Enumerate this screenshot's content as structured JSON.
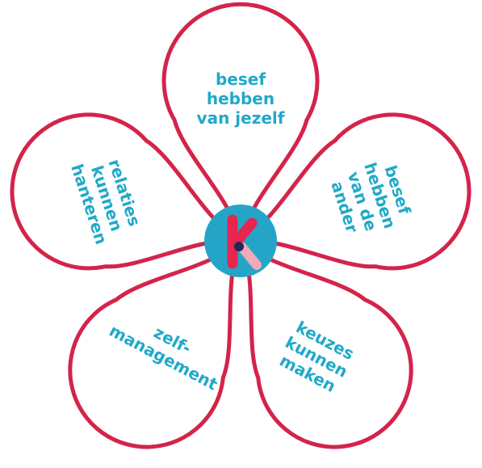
{
  "colors": {
    "petal_outline": "#d3244a",
    "label_text": "#20a9c9",
    "center_fill": "#24a5c8",
    "logo_letter": "#e6264f",
    "logo_dot": "#1f2a5c",
    "logo_bar": "#f2a9b8"
  },
  "center": {
    "logo_letter": "K",
    "icon": "k-logo-icon"
  },
  "petals": [
    {
      "id": "top",
      "lines": [
        "besef",
        "hebben",
        "van jezelf"
      ]
    },
    {
      "id": "right",
      "lines": [
        "besef",
        "hebben",
        "van de",
        "ander"
      ]
    },
    {
      "id": "bottom-right",
      "lines": [
        "keuzes",
        "kunnen",
        "maken"
      ]
    },
    {
      "id": "bottom-left",
      "lines": [
        "zelf-",
        "management"
      ]
    },
    {
      "id": "left",
      "lines": [
        "relaties",
        "kunnen",
        "hanteren"
      ]
    }
  ]
}
